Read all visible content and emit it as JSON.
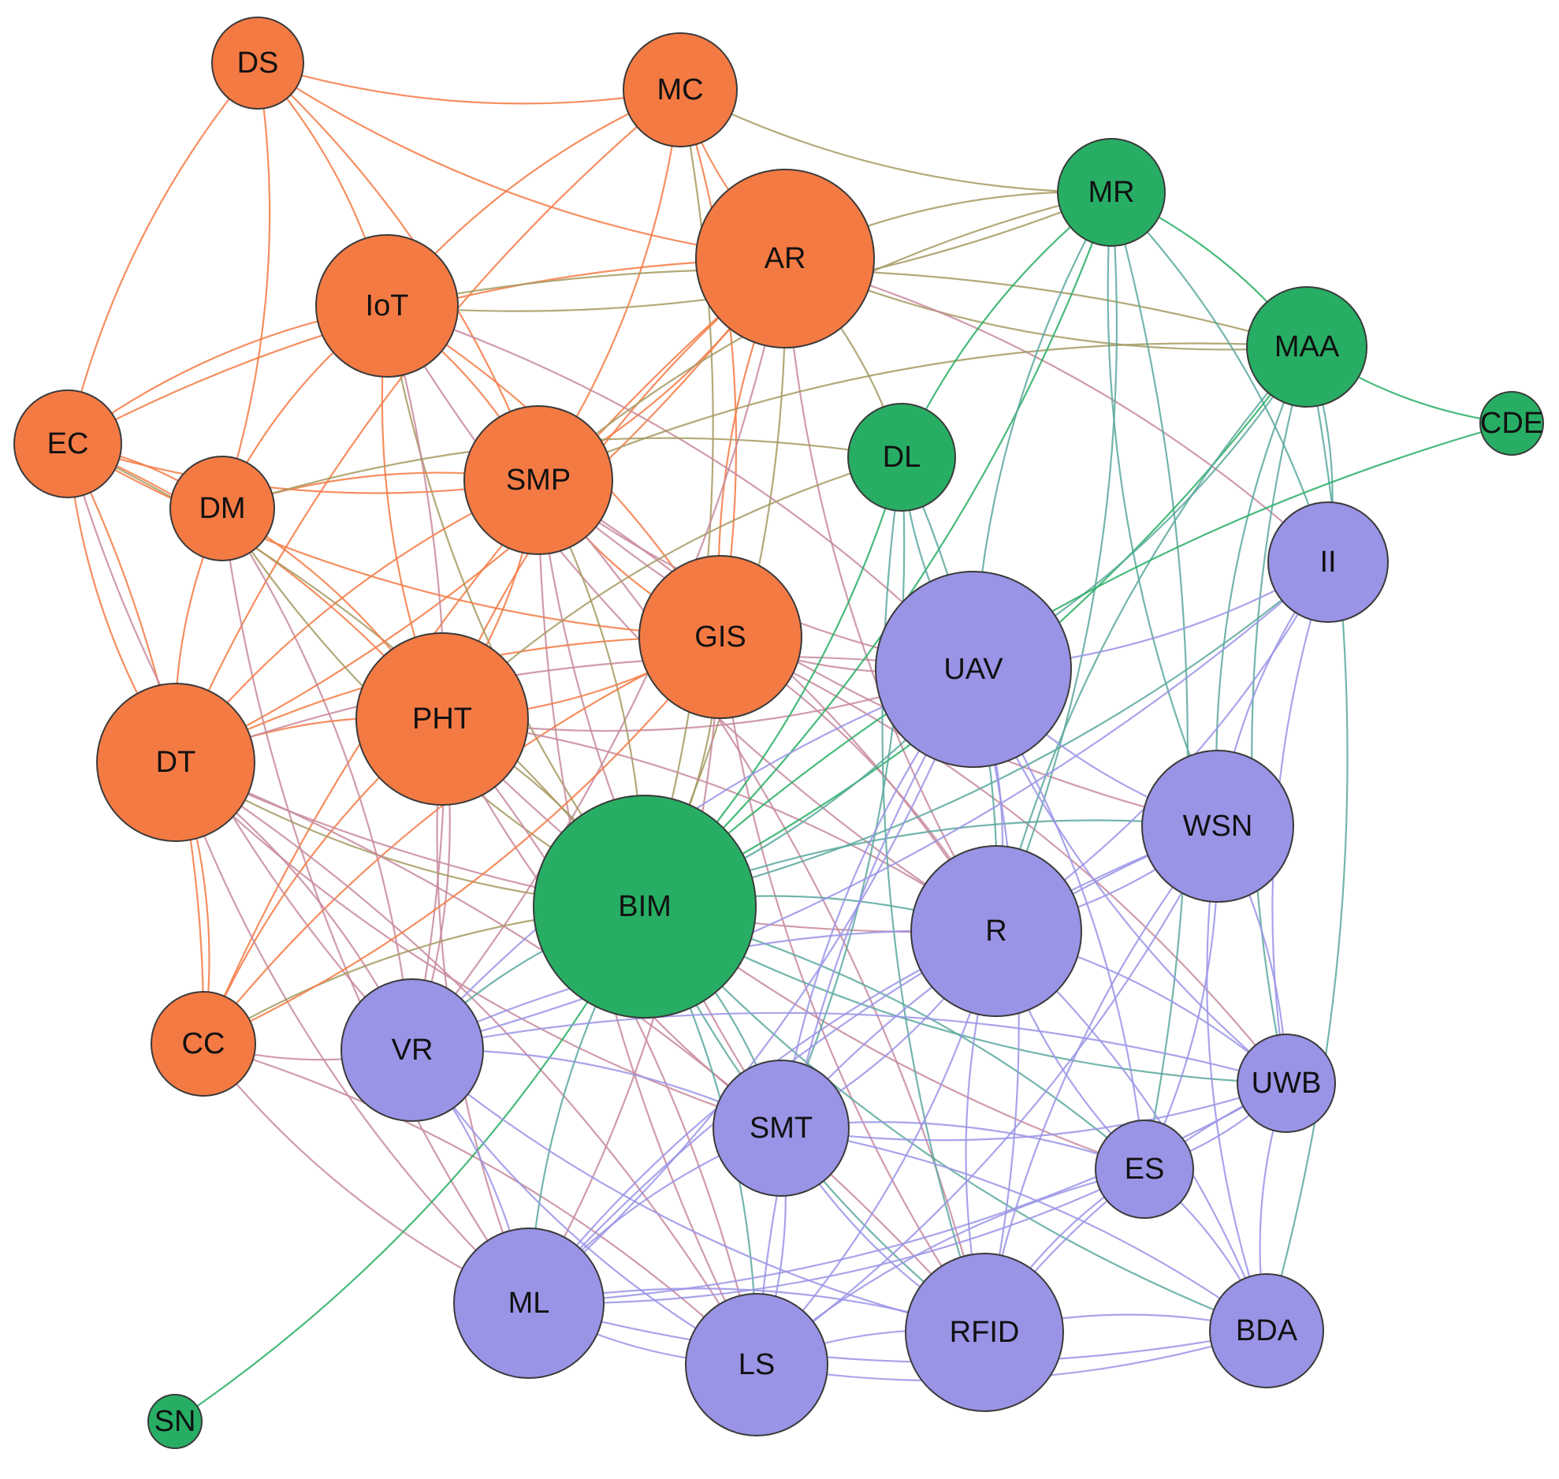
{
  "colors": {
    "orange": "#F47A44",
    "green": "#27AE64",
    "purple": "#9A94E6",
    "edge_orange_green": "#A49A62",
    "edge_orange_purple": "#C88A9C",
    "edge_green_purple": "#5BA89E"
  },
  "nodes": [
    {
      "id": "DS",
      "label": "DS",
      "group": "orange"
    },
    {
      "id": "MC",
      "label": "MC",
      "group": "orange"
    },
    {
      "id": "AR",
      "label": "AR",
      "group": "orange"
    },
    {
      "id": "IoT",
      "label": "IoT",
      "group": "orange"
    },
    {
      "id": "EC",
      "label": "EC",
      "group": "orange"
    },
    {
      "id": "DM",
      "label": "DM",
      "group": "orange"
    },
    {
      "id": "SMP",
      "label": "SMP",
      "group": "orange"
    },
    {
      "id": "GIS",
      "label": "GIS",
      "group": "orange"
    },
    {
      "id": "PHT",
      "label": "PHT",
      "group": "orange"
    },
    {
      "id": "DT",
      "label": "DT",
      "group": "orange"
    },
    {
      "id": "CC",
      "label": "CC",
      "group": "orange"
    },
    {
      "id": "MR",
      "label": "MR",
      "group": "green"
    },
    {
      "id": "MAA",
      "label": "MAA",
      "group": "green"
    },
    {
      "id": "CDE",
      "label": "CDE",
      "group": "green"
    },
    {
      "id": "DL",
      "label": "DL",
      "group": "green"
    },
    {
      "id": "BIM",
      "label": "BIM",
      "group": "green"
    },
    {
      "id": "SN",
      "label": "SN",
      "group": "green"
    },
    {
      "id": "II",
      "label": "II",
      "group": "purple"
    },
    {
      "id": "UAV",
      "label": "UAV",
      "group": "purple"
    },
    {
      "id": "WSN",
      "label": "WSN",
      "group": "purple"
    },
    {
      "id": "R",
      "label": "R",
      "group": "purple"
    },
    {
      "id": "VR",
      "label": "VR",
      "group": "purple"
    },
    {
      "id": "SMT",
      "label": "SMT",
      "group": "purple"
    },
    {
      "id": "UWB",
      "label": "UWB",
      "group": "purple"
    },
    {
      "id": "ES",
      "label": "ES",
      "group": "purple"
    },
    {
      "id": "ML",
      "label": "ML",
      "group": "purple"
    },
    {
      "id": "LS",
      "label": "LS",
      "group": "purple"
    },
    {
      "id": "RFID",
      "label": "RFID",
      "group": "purple"
    },
    {
      "id": "BDA",
      "label": "BDA",
      "group": "purple"
    }
  ],
  "edges": [
    [
      "DS",
      "MC"
    ],
    [
      "DS",
      "IoT"
    ],
    [
      "DS",
      "EC"
    ],
    [
      "DS",
      "DM"
    ],
    [
      "DS",
      "AR"
    ],
    [
      "DS",
      "SMP"
    ],
    [
      "MC",
      "AR"
    ],
    [
      "MC",
      "SMP"
    ],
    [
      "MC",
      "MR"
    ],
    [
      "MC",
      "GIS"
    ],
    [
      "MC",
      "DT"
    ],
    [
      "MC",
      "BIM"
    ],
    [
      "MC",
      "IoT"
    ],
    [
      "AR",
      "MR"
    ],
    [
      "AR",
      "MAA"
    ],
    [
      "AR",
      "SMP"
    ],
    [
      "AR",
      "PHT"
    ],
    [
      "AR",
      "DT"
    ],
    [
      "AR",
      "GIS"
    ],
    [
      "AR",
      "BIM"
    ],
    [
      "AR",
      "EC"
    ],
    [
      "AR",
      "II"
    ],
    [
      "AR",
      "R"
    ],
    [
      "AR",
      "DL"
    ],
    [
      "AR",
      "CC"
    ],
    [
      "AR",
      "VR"
    ],
    [
      "IoT",
      "EC"
    ],
    [
      "IoT",
      "SMP"
    ],
    [
      "IoT",
      "PHT"
    ],
    [
      "IoT",
      "GIS"
    ],
    [
      "IoT",
      "BIM"
    ],
    [
      "IoT",
      "MAA"
    ],
    [
      "IoT",
      "DM"
    ],
    [
      "IoT",
      "UAV"
    ],
    [
      "IoT",
      "R"
    ],
    [
      "IoT",
      "VR"
    ],
    [
      "IoT",
      "MR"
    ],
    [
      "EC",
      "DM"
    ],
    [
      "EC",
      "DT"
    ],
    [
      "EC",
      "PHT"
    ],
    [
      "EC",
      "SMP"
    ],
    [
      "EC",
      "BIM"
    ],
    [
      "EC",
      "GIS"
    ],
    [
      "EC",
      "CC"
    ],
    [
      "EC",
      "VR"
    ],
    [
      "DM",
      "SMP"
    ],
    [
      "DM",
      "DT"
    ],
    [
      "DM",
      "PHT"
    ],
    [
      "DM",
      "BIM"
    ],
    [
      "DM",
      "VR"
    ],
    [
      "DM",
      "ML"
    ],
    [
      "DM",
      "DL"
    ],
    [
      "SMP",
      "GIS"
    ],
    [
      "SMP",
      "PHT"
    ],
    [
      "SMP",
      "DT"
    ],
    [
      "SMP",
      "BIM"
    ],
    [
      "SMP",
      "UAV"
    ],
    [
      "SMP",
      "R"
    ],
    [
      "SMP",
      "WSN"
    ],
    [
      "SMP",
      "RFID"
    ],
    [
      "SMP",
      "LS"
    ],
    [
      "SMP",
      "MAA"
    ],
    [
      "SMP",
      "SMT"
    ],
    [
      "GIS",
      "PHT"
    ],
    [
      "GIS",
      "DT"
    ],
    [
      "GIS",
      "BIM"
    ],
    [
      "GIS",
      "UAV"
    ],
    [
      "GIS",
      "R"
    ],
    [
      "GIS",
      "RFID"
    ],
    [
      "GIS",
      "ML"
    ],
    [
      "GIS",
      "CC"
    ],
    [
      "GIS",
      "UWB"
    ],
    [
      "PHT",
      "DT"
    ],
    [
      "PHT",
      "BIM"
    ],
    [
      "PHT",
      "CC"
    ],
    [
      "PHT",
      "VR"
    ],
    [
      "PHT",
      "UAV"
    ],
    [
      "PHT",
      "R"
    ],
    [
      "PHT",
      "ML"
    ],
    [
      "PHT",
      "LS"
    ],
    [
      "PHT",
      "SMT"
    ],
    [
      "PHT",
      "DL"
    ],
    [
      "PHT",
      "ES"
    ],
    [
      "DT",
      "CC"
    ],
    [
      "DT",
      "BIM"
    ],
    [
      "DT",
      "VR"
    ],
    [
      "DT",
      "ML"
    ],
    [
      "DT",
      "LS"
    ],
    [
      "DT",
      "R"
    ],
    [
      "DT",
      "UAV"
    ],
    [
      "DT",
      "SMT"
    ],
    [
      "DT",
      "RFID"
    ],
    [
      "CC",
      "VR"
    ],
    [
      "CC",
      "BIM"
    ],
    [
      "CC",
      "ML"
    ],
    [
      "CC",
      "LS"
    ],
    [
      "CC",
      "GIS"
    ],
    [
      "MR",
      "MAA"
    ],
    [
      "MR",
      "DL"
    ],
    [
      "MR",
      "BIM"
    ],
    [
      "MR",
      "UAV"
    ],
    [
      "MR",
      "R"
    ],
    [
      "MR",
      "WSN"
    ],
    [
      "MR",
      "II"
    ],
    [
      "MR",
      "SMP"
    ],
    [
      "MR",
      "ES"
    ],
    [
      "MAA",
      "CDE"
    ],
    [
      "MAA",
      "II"
    ],
    [
      "MAA",
      "WSN"
    ],
    [
      "MAA",
      "BDA"
    ],
    [
      "MAA",
      "UWB"
    ],
    [
      "MAA",
      "BIM"
    ],
    [
      "MAA",
      "R"
    ],
    [
      "MAA",
      "UAV"
    ],
    [
      "CDE",
      "BIM"
    ],
    [
      "DL",
      "BIM"
    ],
    [
      "DL",
      "UAV"
    ],
    [
      "DL",
      "R"
    ],
    [
      "DL",
      "RFID"
    ],
    [
      "DL",
      "SMT"
    ],
    [
      "BIM",
      "UAV"
    ],
    [
      "BIM",
      "R"
    ],
    [
      "BIM",
      "VR"
    ],
    [
      "BIM",
      "SMT"
    ],
    [
      "BIM",
      "ML"
    ],
    [
      "BIM",
      "LS"
    ],
    [
      "BIM",
      "RFID"
    ],
    [
      "BIM",
      "WSN"
    ],
    [
      "BIM",
      "UWB"
    ],
    [
      "BIM",
      "ES"
    ],
    [
      "BIM",
      "BDA"
    ],
    [
      "BIM",
      "SN"
    ],
    [
      "BIM",
      "II"
    ],
    [
      "II",
      "UAV"
    ],
    [
      "II",
      "WSN"
    ],
    [
      "II",
      "R"
    ],
    [
      "II",
      "UWB"
    ],
    [
      "II",
      "VR"
    ],
    [
      "UAV",
      "WSN"
    ],
    [
      "UAV",
      "R"
    ],
    [
      "UAV",
      "SMT"
    ],
    [
      "UAV",
      "ML"
    ],
    [
      "UAV",
      "LS"
    ],
    [
      "UAV",
      "RFID"
    ],
    [
      "UAV",
      "UWB"
    ],
    [
      "UAV",
      "ES"
    ],
    [
      "UAV",
      "VR"
    ],
    [
      "WSN",
      "R"
    ],
    [
      "WSN",
      "RFID"
    ],
    [
      "WSN",
      "UWB"
    ],
    [
      "WSN",
      "BDA"
    ],
    [
      "WSN",
      "ES"
    ],
    [
      "WSN",
      "SMT"
    ],
    [
      "WSN",
      "LS"
    ],
    [
      "WSN",
      "ML"
    ],
    [
      "R",
      "SMT"
    ],
    [
      "R",
      "RFID"
    ],
    [
      "R",
      "UWB"
    ],
    [
      "R",
      "ES"
    ],
    [
      "R",
      "BDA"
    ],
    [
      "R",
      "ML"
    ],
    [
      "R",
      "LS"
    ],
    [
      "R",
      "VR"
    ],
    [
      "VR",
      "ML"
    ],
    [
      "VR",
      "LS"
    ],
    [
      "VR",
      "SMT"
    ],
    [
      "VR",
      "RFID"
    ],
    [
      "VR",
      "UWB"
    ],
    [
      "SMT",
      "ML"
    ],
    [
      "SMT",
      "LS"
    ],
    [
      "SMT",
      "RFID"
    ],
    [
      "SMT",
      "ES"
    ],
    [
      "SMT",
      "UWB"
    ],
    [
      "SMT",
      "BDA"
    ],
    [
      "UWB",
      "BDA"
    ],
    [
      "UWB",
      "ES"
    ],
    [
      "UWB",
      "RFID"
    ],
    [
      "UWB",
      "ML"
    ],
    [
      "ES",
      "RFID"
    ],
    [
      "ES",
      "BDA"
    ],
    [
      "ES",
      "LS"
    ],
    [
      "ES",
      "ML"
    ],
    [
      "ML",
      "LS"
    ],
    [
      "ML",
      "RFID"
    ],
    [
      "ML",
      "BDA"
    ],
    [
      "LS",
      "RFID"
    ],
    [
      "LS",
      "BDA"
    ],
    [
      "RFID",
      "BDA"
    ]
  ]
}
